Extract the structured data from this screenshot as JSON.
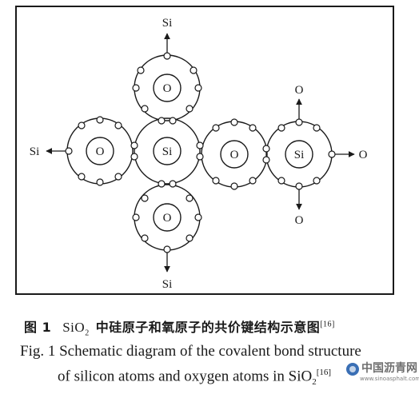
{
  "labels": {
    "atom_top_si": "Si",
    "atom_top_o": "O",
    "atom_left_si": "Si",
    "atom_left_o": "O",
    "atom_center_si": "Si",
    "atom_right_o": "O",
    "atom_right_si": "Si",
    "atom_right_top_o": "O",
    "atom_right_out_o": "O",
    "atom_right_bottom_o": "O",
    "atom_bottom_o": "O",
    "atom_bottom_si": "Si"
  },
  "caption": {
    "zh_prefix": "图 1",
    "zh_formula_base": "SiO",
    "zh_formula_sub": "2",
    "zh_text": "中硅原子和氧原子的共价键结构示意图",
    "zh_ref": "[16]",
    "en_line1": "Fig. 1 Schematic diagram of the covalent bond structure",
    "en_line2_text": "of silicon atoms and oxygen atoms in SiO",
    "en_line2_sub": "2",
    "en_line2_ref": "[16]"
  },
  "watermark": {
    "name": "中国沥青网",
    "url": "www.sinoasphalt.com"
  }
}
